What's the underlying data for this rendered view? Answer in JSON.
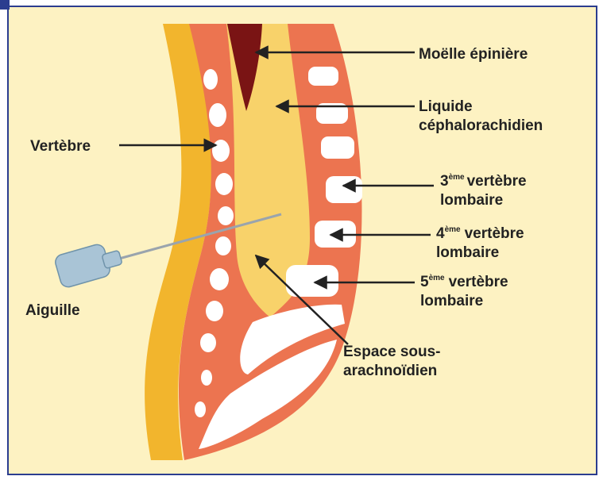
{
  "colors": {
    "background": "#fdf2c2",
    "outer_border": "#2b3d8f",
    "skin": "#f2b52d",
    "tissue": "#ec7450",
    "csf": "#f8d26a",
    "spinal_cord": "#7a1414",
    "bone": "#ffffff",
    "needle": "#a9c4d6",
    "text": "#222222"
  },
  "labels": {
    "spinal_cord": "Moëlle épinière",
    "csf_line1": "Liquide",
    "csf_line2": "céphalorachidien",
    "vertebra": "Vertèbre",
    "l3_num": "3",
    "l3_sup": "ème",
    "l3_word": "vertèbre",
    "l3_line2": "lombaire",
    "l4_num": "4",
    "l4_sup": "ème",
    "l4_word": "vertèbre",
    "l4_line2": "lombaire",
    "l5_num": "5",
    "l5_sup": "ème",
    "l5_word": "vertèbre",
    "l5_line2": "lombaire",
    "needle": "Aiguille",
    "subarachnoid_line1": "Espace sous-",
    "subarachnoid_line2": "arachnoïdien"
  }
}
